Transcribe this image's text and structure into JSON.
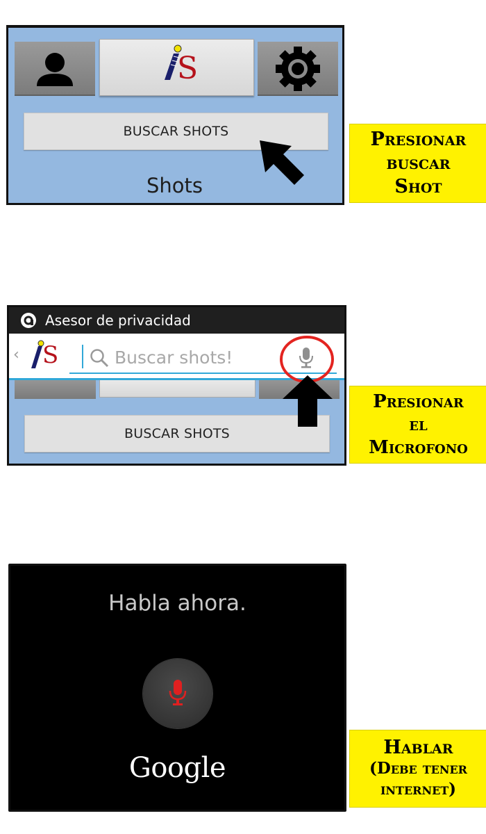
{
  "colors": {
    "panel_bg": "#94b8e0",
    "callout_bg": "#fff200",
    "accent_blue": "#31a8d8",
    "mic_red": "#e02020",
    "highlight_circle": "#e32420",
    "logo_red": "#b5121b",
    "logo_navy": "#1a1f6b"
  },
  "step1": {
    "screen": {
      "profile_button_icon": "person-icon",
      "logo_icon": "ls-logo-icon",
      "logo_letter": "S",
      "settings_button_icon": "gear-icon",
      "search_button_label": "BUSCAR SHOTS",
      "section_title": "Shots",
      "pointer_icon": "arrow-pointer-icon"
    },
    "callout": {
      "lines": [
        "Presionar",
        "buscar",
        "Shot"
      ]
    }
  },
  "step2": {
    "screen": {
      "notification_icon": "privacy-advisor-icon",
      "notification_text": "Asesor de privacidad",
      "back_icon": "chevron-left-icon",
      "logo_letter": "S",
      "search_icon": "search-icon",
      "search_placeholder": "Buscar shots!",
      "mic_icon": "microphone-icon",
      "search_button_label": "BUSCAR SHOTS",
      "pointer_icon": "arrow-up-icon"
    },
    "callout": {
      "lines": [
        "Presionar",
        "el",
        "Microfono"
      ]
    }
  },
  "step3": {
    "screen": {
      "prompt": "Habla ahora.",
      "mic_icon": "microphone-icon",
      "brand": "Google"
    },
    "callout": {
      "lines": [
        "Hablar",
        "(Debe tener",
        "internet)"
      ]
    }
  }
}
